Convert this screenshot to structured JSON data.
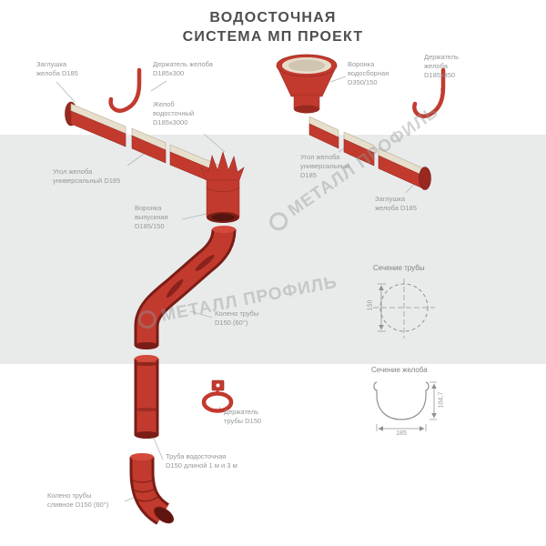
{
  "title": {
    "line1": "ВОДОСТОЧНАЯ",
    "line2": "СИСТЕМА МП ПРОЕКТ"
  },
  "watermark": {
    "text": "МЕТАЛЛ ПРОФИЛЬ"
  },
  "colors": {
    "red": "#c23a2e",
    "red_dark": "#992920",
    "red_deep": "#7a1d17",
    "red_light": "#d4493b",
    "cream": "#e7decb",
    "cream_dark": "#cfc5b0",
    "band": "#e9ebeb",
    "label": "#93989a",
    "line": "#b3b7b7",
    "title": "#4e4e4e"
  },
  "labels": {
    "zaglushka_left": "Заглушка\nжелоба D185",
    "derzhatel_zheloba_300": "Держатель желоба\nD185х300",
    "voronka_vodosbornaya": "Воронка\nводосборная\nD350/150",
    "derzhatel_zheloba_350": "Держатель\nжелоба\nD185х350",
    "zhelob_vodostochny": "Желоб\nводосточный\nD185х3000",
    "ugol_left": "Угол желоба\nуниверсальный D185",
    "ugol_right": "Угол желоба\nуниверсальный\nD185",
    "zaglushka_right": "Заглушка\nжелоба D185",
    "voronka_vypusknaya": "Воронка\nвыпускная\nD185/150",
    "koleno_truby": "Колено трубы\nD150 (60°)",
    "derzhatel_truby": "Держатель\nтрубы D150",
    "truba": "Труба водосточная\nD150 длиной 1 м и 3 м",
    "koleno_slivnoe": "Колено трубы\nсливное D150 (60°)"
  },
  "sections": {
    "pipe": {
      "title": "Сечение трубы",
      "diameter": "150"
    },
    "gutter": {
      "title": "Сечение желоба",
      "height": "104,7",
      "width": "185"
    }
  }
}
